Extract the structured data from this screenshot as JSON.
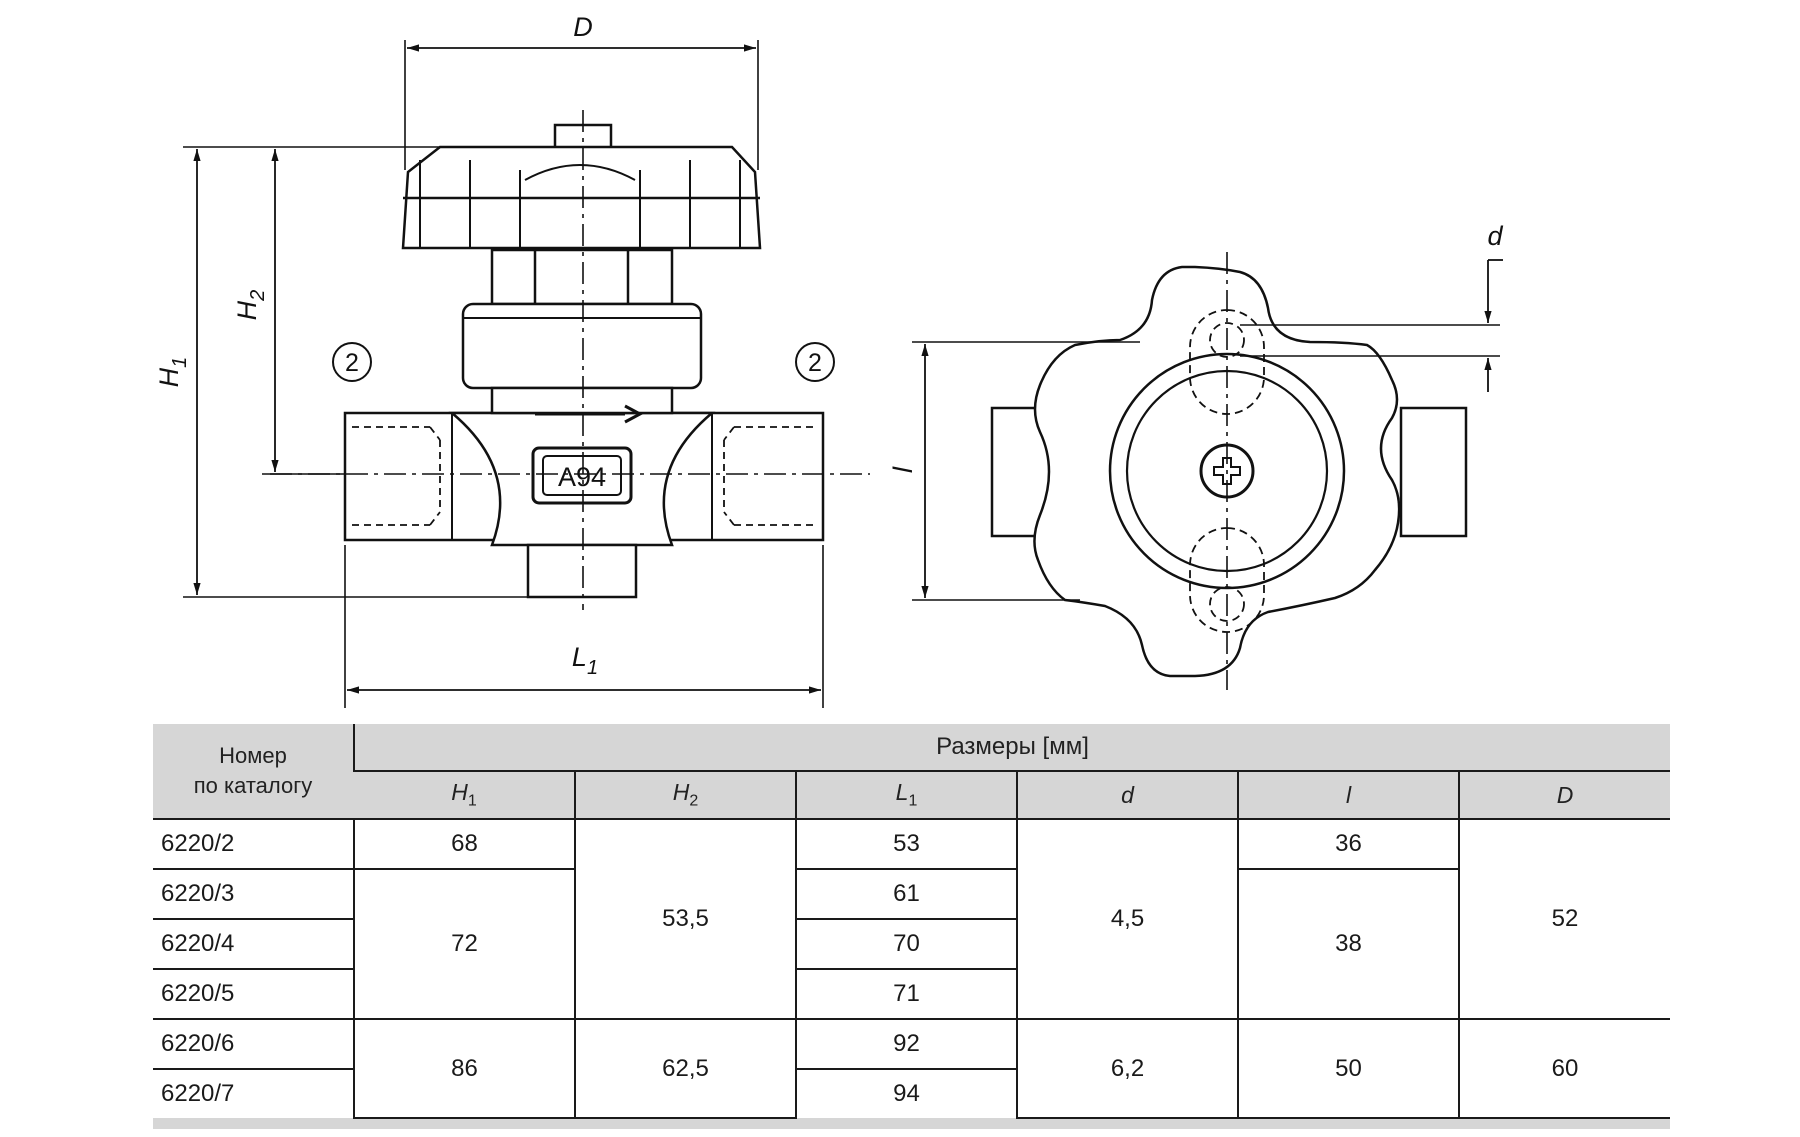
{
  "drawing": {
    "labels": {
      "D": "D",
      "H1_main": "H",
      "H1_sub": "1",
      "H2_main": "H",
      "H2_sub": "2",
      "L1_main": "L",
      "L1_sub": "1",
      "l": "l",
      "d": "d",
      "port_left": "2",
      "port_right": "2",
      "body_marking": "A94"
    }
  },
  "table": {
    "catalog_header_line1": "Номер",
    "catalog_header_line2": "по каталогу",
    "group_header": "Размеры [мм]",
    "columns": [
      {
        "main": "H",
        "sub": "1"
      },
      {
        "main": "H",
        "sub": "2"
      },
      {
        "main": "L",
        "sub": "1"
      },
      {
        "main": "d",
        "sub": ""
      },
      {
        "main": "l",
        "sub": ""
      },
      {
        "main": "D",
        "sub": ""
      }
    ],
    "catalog_numbers": [
      "6220/2",
      "6220/3",
      "6220/4",
      "6220/5",
      "6220/6",
      "6220/7"
    ],
    "values": {
      "h1_a": "68",
      "h1_b": "72",
      "h1_c": "86",
      "h2_a": "53,5",
      "h2_b": "62,5",
      "l1": [
        "53",
        "61",
        "70",
        "71",
        "92",
        "94"
      ],
      "d_a": "4,5",
      "d_b": "6,2",
      "l_a": "36",
      "l_b": "38",
      "l_c": "50",
      "D_a": "52",
      "D_b": "60"
    }
  }
}
